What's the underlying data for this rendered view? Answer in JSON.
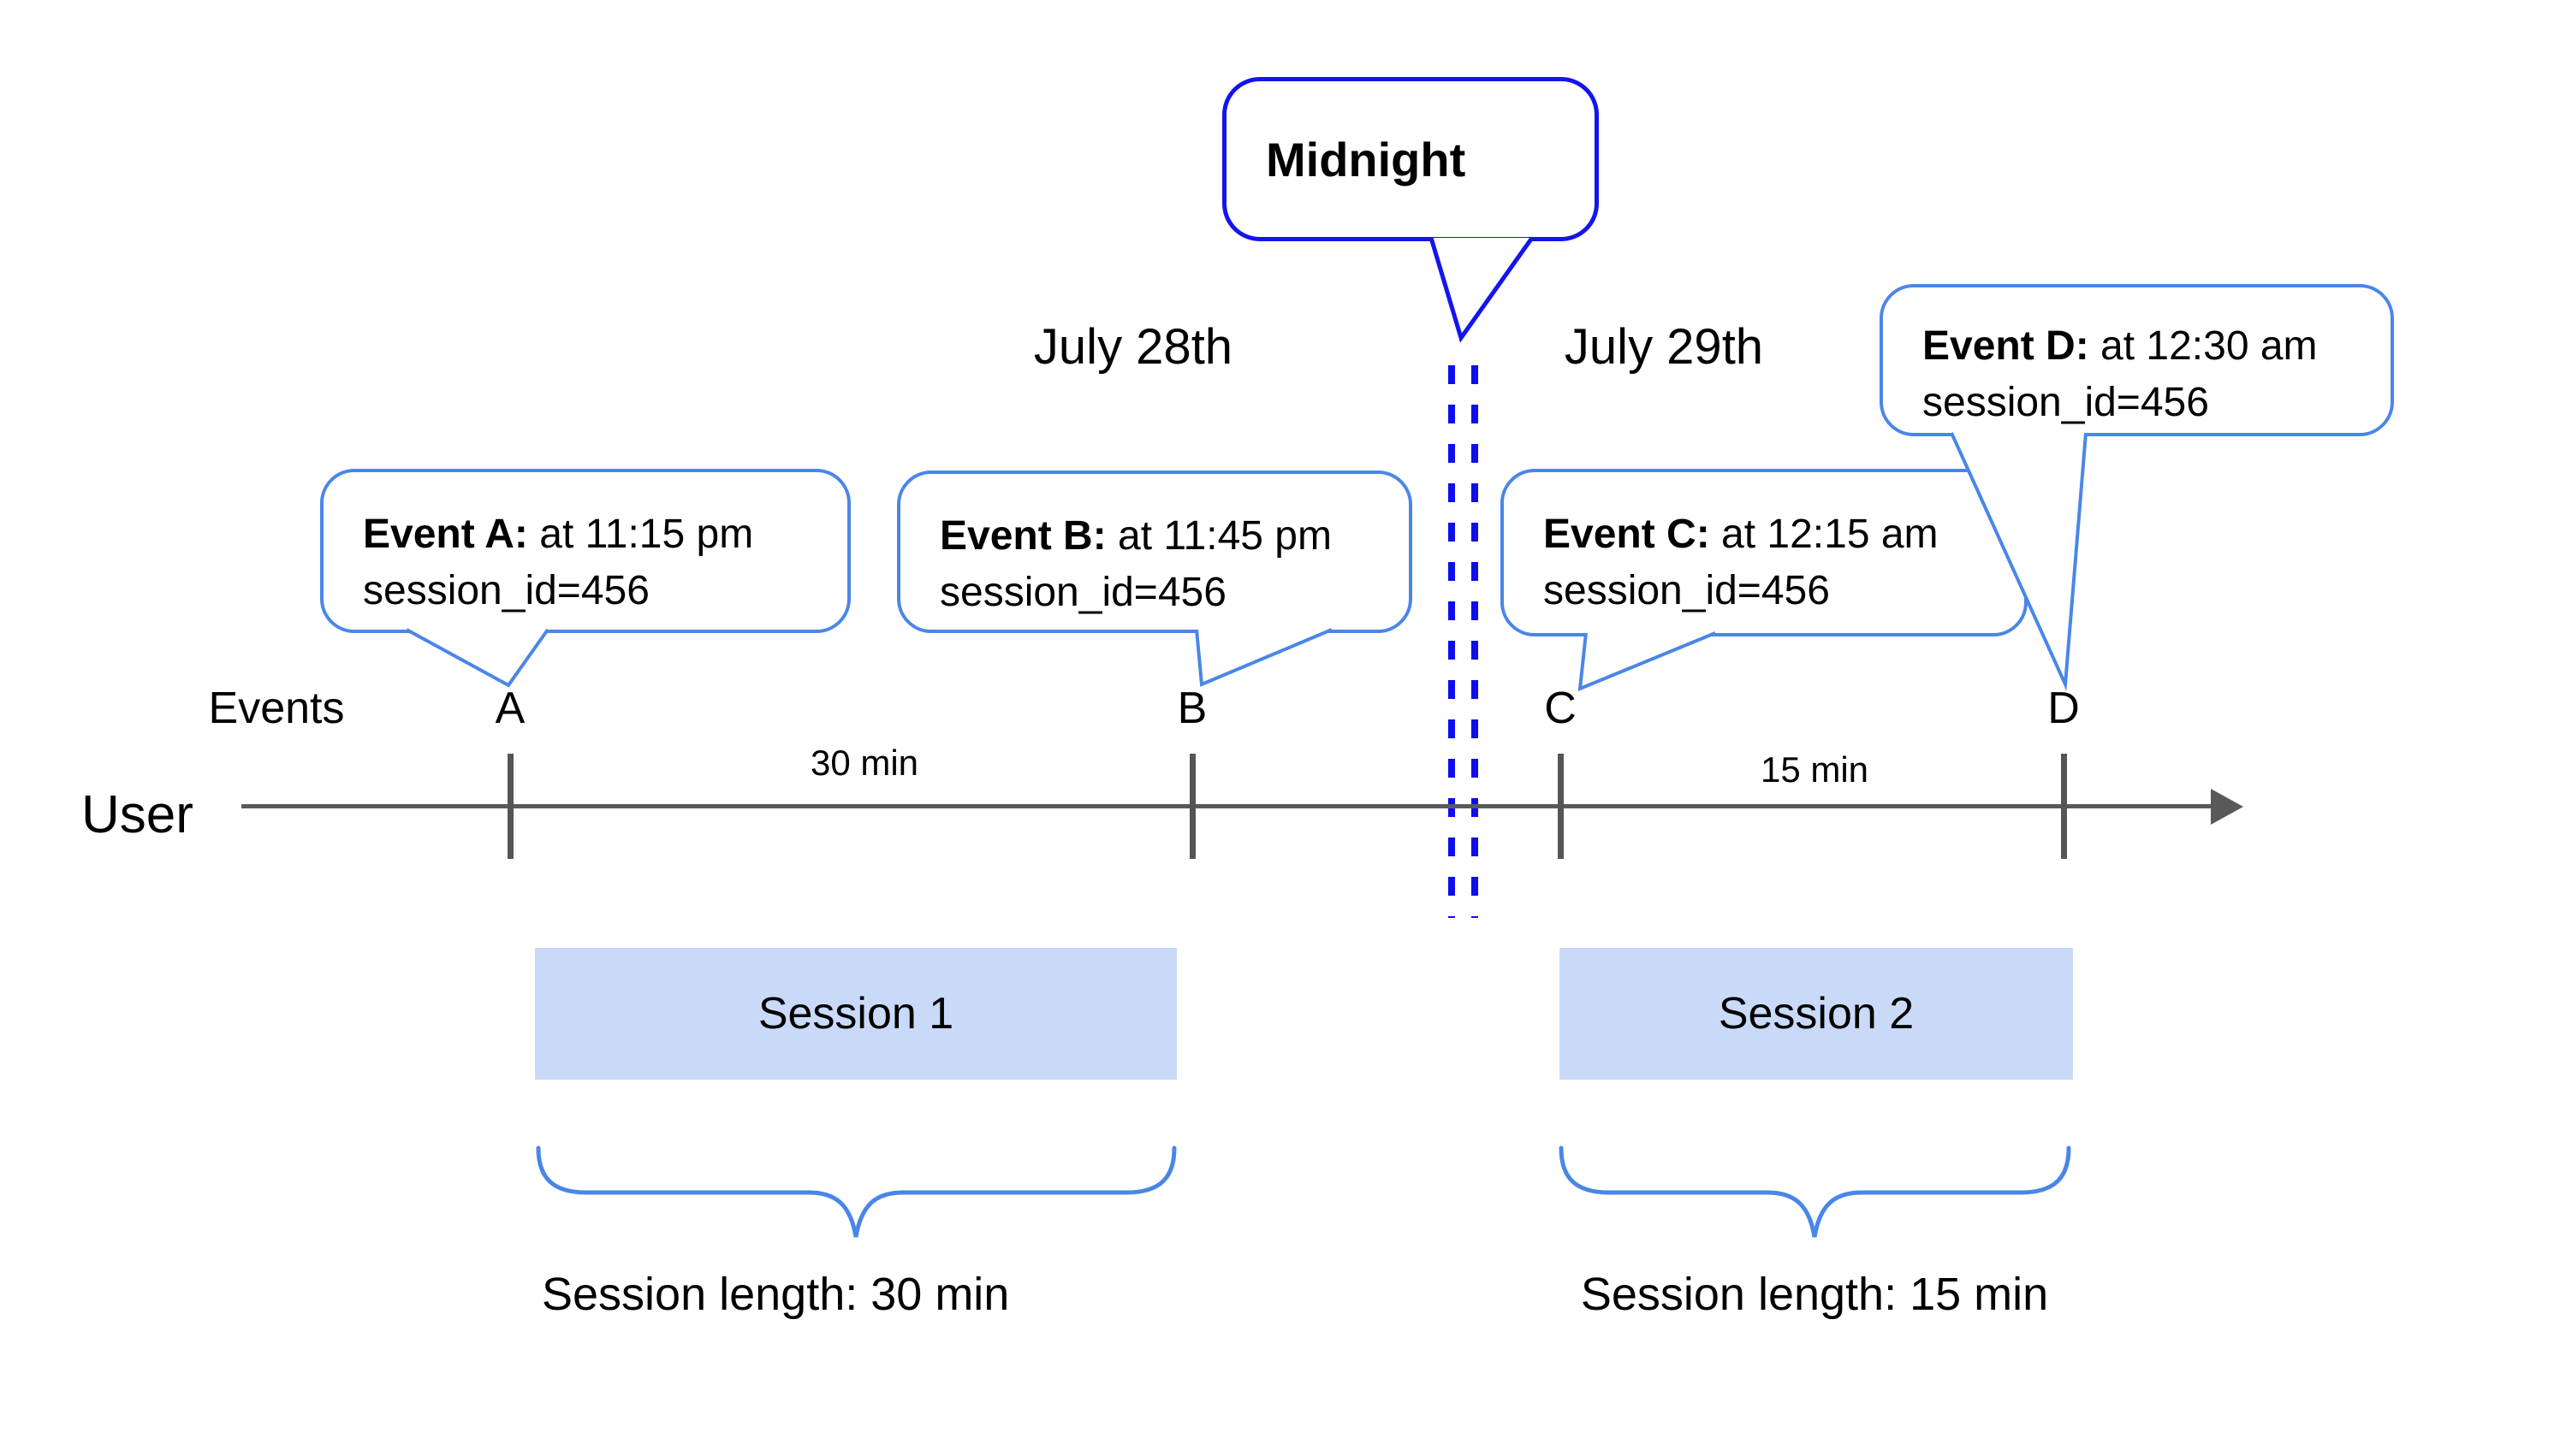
{
  "dates": {
    "july28": "July 28th",
    "july29": "July 29th"
  },
  "midnight_callout": {
    "label": "Midnight"
  },
  "event_callouts": [
    {
      "letter": "A",
      "title": "Event A:",
      "time": " at 11:15 pm",
      "detail": "session_id=456"
    },
    {
      "letter": "B",
      "title": "Event B:",
      "time": " at 11:45 pm",
      "detail": "session_id=456"
    },
    {
      "letter": "C",
      "title": "Event C:",
      "time": " at 12:15 am",
      "detail": "session_id=456"
    },
    {
      "letter": "D",
      "title": "Event D:",
      "time": " at 12:30 am",
      "detail": "session_id=456"
    }
  ],
  "timeline": {
    "row_label": "Events",
    "axis_label": "User",
    "interval_ab": "30 min",
    "interval_cd": "15 min"
  },
  "sessions": [
    {
      "name": "Session 1",
      "length": "Session length: 30 min"
    },
    {
      "name": "Session 2",
      "length": "Session length: 15 min"
    }
  ],
  "colors": {
    "callout_border": "#4a86e8",
    "midnight_border": "#1414ee",
    "dashed_line": "#0d0df0",
    "axis_gray": "#595959",
    "session_fill": "#c9daf8",
    "text": "#000000"
  }
}
